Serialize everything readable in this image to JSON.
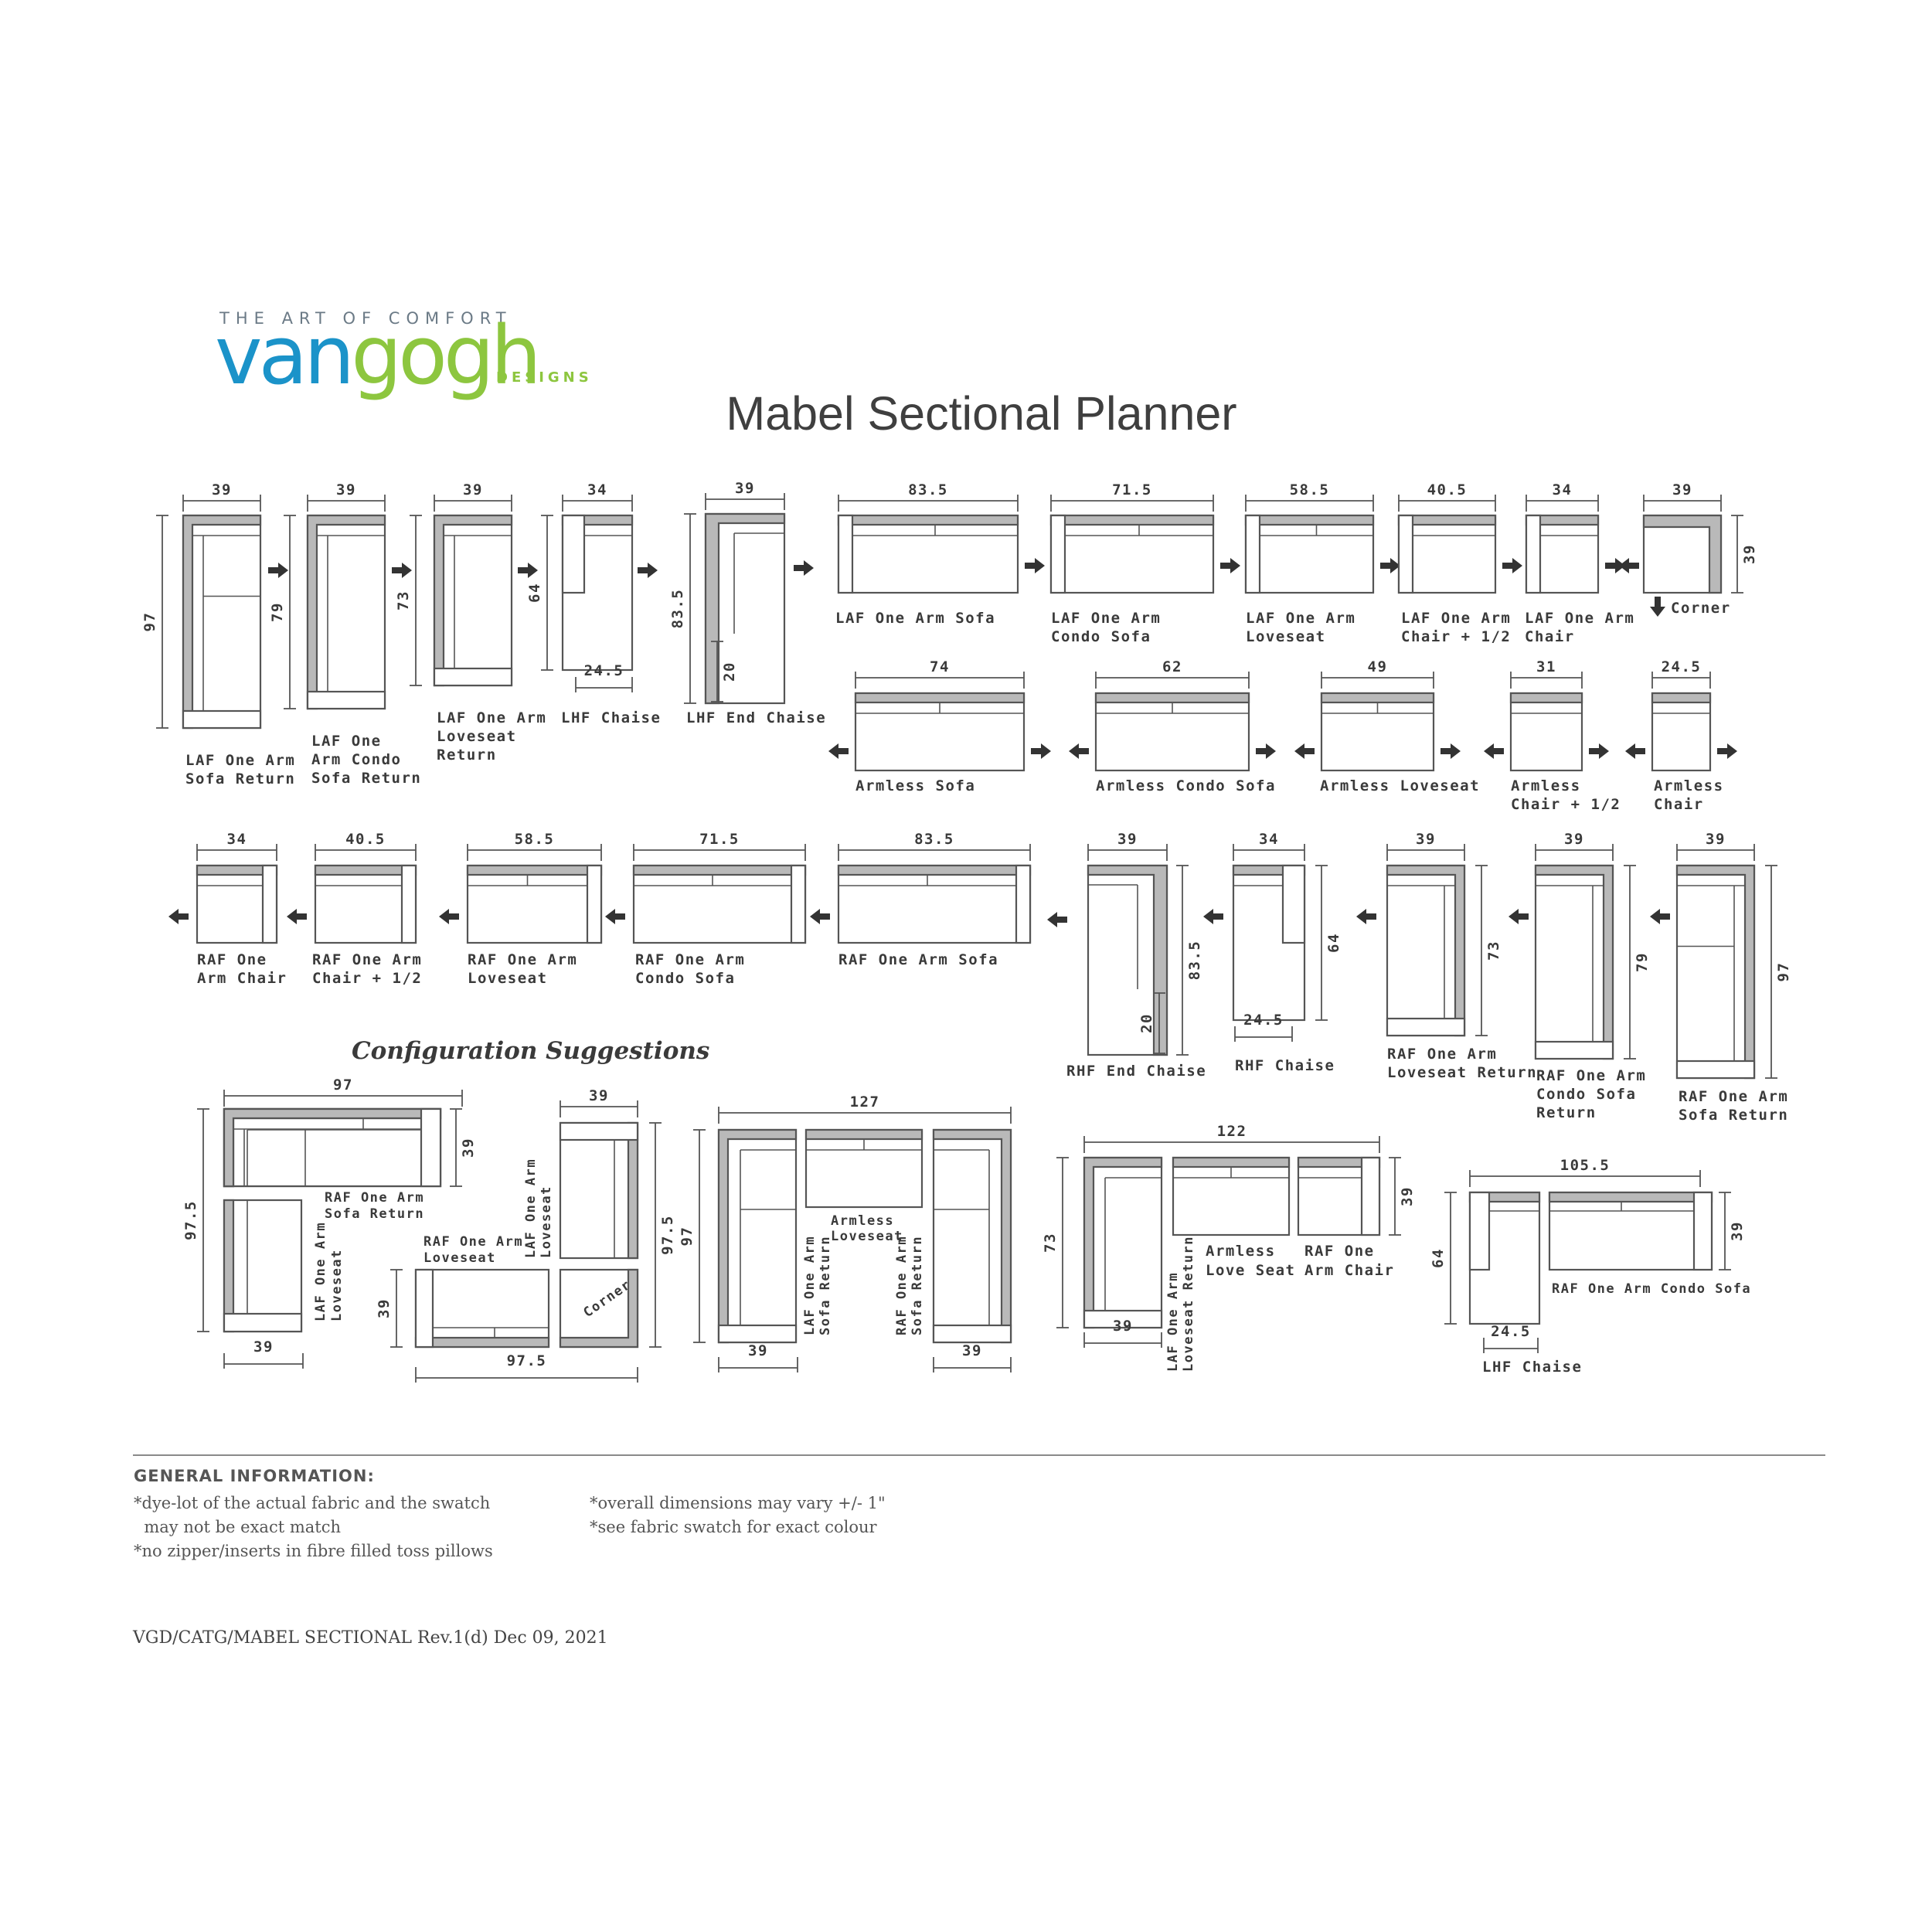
{
  "brand": {
    "tagline": "THE ART OF COMFORT",
    "wordmark_first": "van",
    "wordmark_second": "gogh",
    "suffix": "DESIGNS",
    "colors": {
      "blue": "#1b93c9",
      "green": "#8dc63f",
      "gray": "#6b7a86"
    }
  },
  "title": "Mabel Sectional Planner",
  "configuration_heading": "Configuration Suggestions",
  "pieces": [
    {
      "id": "p1",
      "lines": [
        "LAF One Arm",
        "Sofa Return"
      ],
      "dims": [
        "39",
        "97"
      ]
    },
    {
      "id": "p2",
      "lines": [
        "LAF One",
        "Arm Condo",
        "Sofa Return"
      ],
      "dims": [
        "39",
        "79"
      ]
    },
    {
      "id": "p3",
      "lines": [
        "LAF One Arm",
        "Loveseat",
        "Return"
      ],
      "dims": [
        "39",
        "73"
      ]
    },
    {
      "id": "p4",
      "lines": [
        "LHF Chaise"
      ],
      "dims": [
        "34",
        "64",
        "24.5"
      ]
    },
    {
      "id": "p5",
      "lines": [
        "LHF End Chaise"
      ],
      "dims": [
        "39",
        "83.5",
        "20"
      ]
    },
    {
      "id": "p6",
      "lines": [
        "LAF One Arm Sofa"
      ],
      "dims": [
        "83.5"
      ]
    },
    {
      "id": "p7",
      "lines": [
        "LAF One Arm",
        "Condo Sofa"
      ],
      "dims": [
        "71.5"
      ]
    },
    {
      "id": "p8",
      "lines": [
        "LAF One Arm",
        "Loveseat"
      ],
      "dims": [
        "58.5"
      ]
    },
    {
      "id": "p9",
      "lines": [
        "LAF One Arm",
        "Chair + 1/2"
      ],
      "dims": [
        "40.5"
      ]
    },
    {
      "id": "p10",
      "lines": [
        "LAF One Arm",
        "Chair"
      ],
      "dims": [
        "34"
      ]
    },
    {
      "id": "p11",
      "lines": [
        "Corner"
      ],
      "dims": [
        "39",
        "39"
      ]
    },
    {
      "id": "p12",
      "lines": [
        "Armless Sofa"
      ],
      "dims": [
        "74"
      ]
    },
    {
      "id": "p13",
      "lines": [
        "Armless Condo Sofa"
      ],
      "dims": [
        "62"
      ]
    },
    {
      "id": "p14",
      "lines": [
        "Armless Loveseat"
      ],
      "dims": [
        "49"
      ]
    },
    {
      "id": "p15",
      "lines": [
        "Armless",
        "Chair + 1/2"
      ],
      "dims": [
        "31"
      ]
    },
    {
      "id": "p16",
      "lines": [
        "Armless",
        "Chair"
      ],
      "dims": [
        "24.5"
      ]
    },
    {
      "id": "p17",
      "lines": [
        "RAF One",
        "Arm Chair"
      ],
      "dims": [
        "34"
      ]
    },
    {
      "id": "p18",
      "lines": [
        "RAF One Arm",
        "Chair + 1/2"
      ],
      "dims": [
        "40.5"
      ]
    },
    {
      "id": "p19",
      "lines": [
        "RAF One Arm",
        "Loveseat"
      ],
      "dims": [
        "58.5"
      ]
    },
    {
      "id": "p20",
      "lines": [
        "RAF One Arm",
        "Condo Sofa"
      ],
      "dims": [
        "71.5"
      ]
    },
    {
      "id": "p21",
      "lines": [
        "RAF One Arm Sofa"
      ],
      "dims": [
        "83.5"
      ]
    },
    {
      "id": "p22",
      "lines": [
        "RHF End Chaise"
      ],
      "dims": [
        "39",
        "83.5",
        "20"
      ]
    },
    {
      "id": "p23",
      "lines": [
        "RHF Chaise"
      ],
      "dims": [
        "34",
        "64",
        "24.5"
      ]
    },
    {
      "id": "p24",
      "lines": [
        "RAF One Arm",
        "Loveseat Return"
      ],
      "dims": [
        "39",
        "73"
      ]
    },
    {
      "id": "p25",
      "lines": [
        "RAF One Arm",
        "Condo Sofa",
        "Return"
      ],
      "dims": [
        "39",
        "79"
      ]
    },
    {
      "id": "p26",
      "lines": [
        "RAF One Arm",
        "Sofa Return"
      ],
      "dims": [
        "39",
        "97"
      ]
    }
  ],
  "configurations": [
    {
      "id": "c1",
      "dims": [
        "97",
        "39",
        "97.5",
        "39"
      ],
      "labels": [
        "RAF One Arm",
        "Sofa Return",
        "LAF One Arm",
        "Loveseat"
      ]
    },
    {
      "id": "c2",
      "dims": [
        "39",
        "97.5",
        "39",
        "97.5"
      ],
      "labels": [
        "RAF One Arm",
        "Loveseat",
        "LAF One Arm",
        "Loveseat",
        "Corner"
      ]
    },
    {
      "id": "c3",
      "dims": [
        "127",
        "97",
        "39",
        "39"
      ],
      "labels": [
        "Armless",
        "Loveseat",
        "LAF One Arm",
        "Sofa Return",
        "RAF One Arm",
        "Sofa Return"
      ]
    },
    {
      "id": "c4",
      "dims": [
        "122",
        "73",
        "39",
        "39"
      ],
      "labels": [
        "Armless",
        "Love Seat",
        "RAF One",
        "Arm Chair",
        "LAF One Arm",
        "Loveseat Return"
      ]
    },
    {
      "id": "c5",
      "dims": [
        "105.5",
        "64",
        "39",
        "24.5"
      ],
      "labels": [
        "RAF One Arm Condo Sofa",
        "LHF Chaise"
      ]
    }
  ],
  "general_info": {
    "heading": "GENERAL INFORMATION:",
    "left_lines": [
      "*dye-lot of the actual fabric and the swatch",
      "  may not be exact match",
      "*no zipper/inserts in fibre filled toss pillows"
    ],
    "right_lines": [
      "*overall dimensions may vary +/- 1\"",
      "*see fabric swatch for exact colour"
    ]
  },
  "footer": "VGD/CATG/MABEL SECTIONAL Rev.1(d) Dec 09, 2021"
}
